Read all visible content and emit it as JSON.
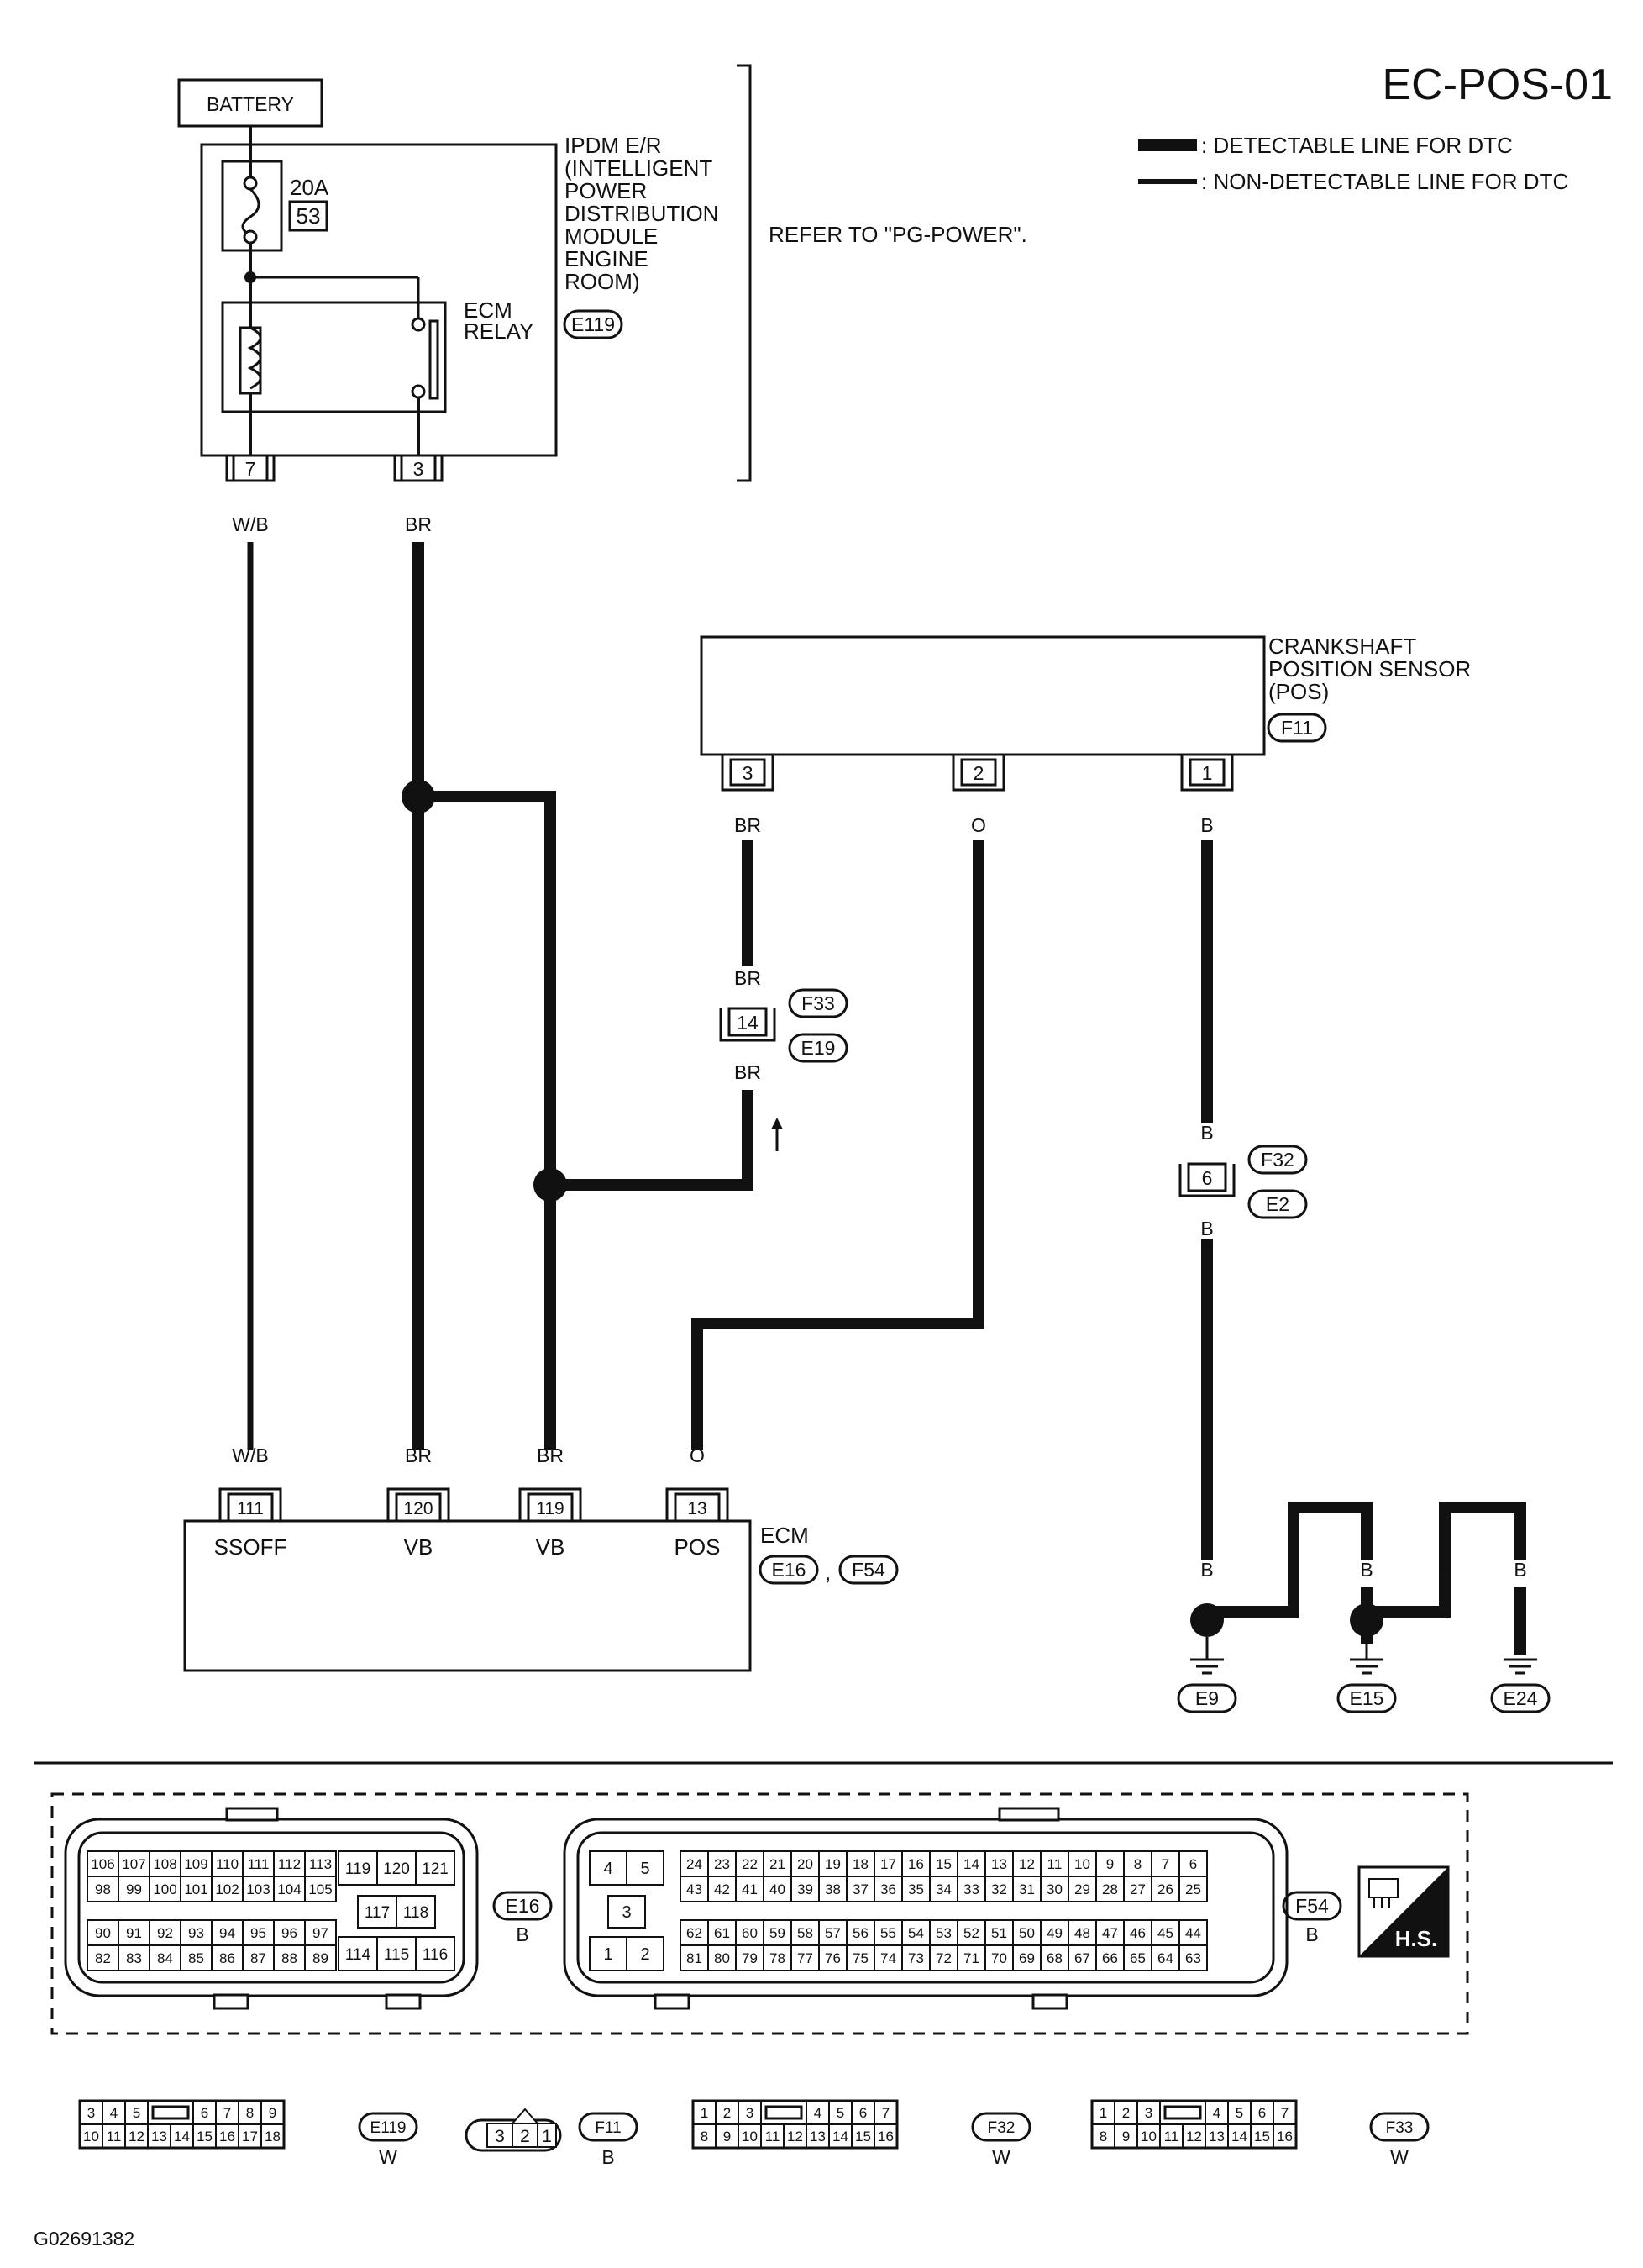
{
  "title": "EC-POS-01",
  "legend": {
    "detectable": ": DETECTABLE LINE FOR DTC",
    "non_detectable": ": NON-DETECTABLE LINE FOR DTC"
  },
  "battery": "BATTERY",
  "fuse": {
    "rating": "20A",
    "number": "53"
  },
  "ipdm": {
    "lines": [
      "IPDM E/R",
      "(INTELLIGENT",
      "POWER",
      "DISTRIBUTION",
      "MODULE",
      "ENGINE",
      "ROOM)"
    ],
    "connector": "E119",
    "pins": [
      "7",
      "3"
    ]
  },
  "ecm_relay": [
    "ECM",
    "RELAY"
  ],
  "refer_note": "REFER TO \"PG-POWER\".",
  "wire_colors": {
    "wb": "W/B",
    "br": "BR",
    "o": "O",
    "b": "B"
  },
  "crankshaft_sensor": {
    "lines": [
      "CRANKSHAFT",
      "POSITION SENSOR",
      "(POS)"
    ],
    "connector": "F11",
    "pins": [
      "3",
      "2",
      "1"
    ]
  },
  "joint_connectors": {
    "j14": {
      "pin": "14",
      "upper": "F33",
      "lower": "E19"
    },
    "j6": {
      "pin": "6",
      "upper": "F32",
      "lower": "E2"
    }
  },
  "ecm": {
    "label": "ECM",
    "connectors": [
      "E16",
      "F54"
    ],
    "separator": ",",
    "pins": [
      "111",
      "120",
      "119",
      "13"
    ],
    "terminal_names": [
      "SSOFF",
      "VB",
      "VB",
      "POS"
    ]
  },
  "grounds": [
    "E9",
    "E15",
    "E24"
  ],
  "connector_views": {
    "e16": {
      "id": "E16",
      "color": "B",
      "rows": [
        [
          "106",
          "107",
          "108",
          "109",
          "110",
          "111",
          "112",
          "113"
        ],
        [
          "98",
          "99",
          "100",
          "101",
          "102",
          "103",
          "104",
          "105"
        ],
        [
          "90",
          "91",
          "92",
          "93",
          "94",
          "95",
          "96",
          "97"
        ],
        [
          "82",
          "83",
          "84",
          "85",
          "86",
          "87",
          "88",
          "89"
        ]
      ],
      "mid": [
        "119",
        "120",
        "121",
        "117",
        "118",
        "114",
        "115",
        "116"
      ]
    },
    "f54": {
      "id": "F54",
      "color": "B",
      "left": [
        "4",
        "5",
        "3",
        "1",
        "2"
      ],
      "rows": [
        [
          "24",
          "23",
          "22",
          "21",
          "20",
          "19",
          "18",
          "17",
          "16",
          "15",
          "14",
          "13",
          "12",
          "11",
          "10",
          "9",
          "8",
          "7",
          "6"
        ],
        [
          "43",
          "42",
          "41",
          "40",
          "39",
          "38",
          "37",
          "36",
          "35",
          "34",
          "33",
          "32",
          "31",
          "30",
          "29",
          "28",
          "27",
          "26",
          "25"
        ],
        [
          "62",
          "61",
          "60",
          "59",
          "58",
          "57",
          "56",
          "55",
          "54",
          "53",
          "52",
          "51",
          "50",
          "49",
          "48",
          "47",
          "46",
          "45",
          "44"
        ],
        [
          "81",
          "80",
          "79",
          "78",
          "77",
          "76",
          "75",
          "74",
          "73",
          "72",
          "71",
          "70",
          "69",
          "68",
          "67",
          "66",
          "65",
          "64",
          "63"
        ]
      ]
    },
    "e119": {
      "id": "E119",
      "color": "W",
      "top": [
        "3",
        "4",
        "5",
        "",
        "6",
        "7",
        "8",
        "9"
      ],
      "bottom": [
        "10",
        "11",
        "12",
        "13",
        "14",
        "15",
        "16",
        "17",
        "18"
      ]
    },
    "f11": {
      "id": "F11",
      "color": "B",
      "pins": [
        "3",
        "2",
        "1"
      ]
    },
    "f32": {
      "id": "F32",
      "color": "W",
      "top": [
        "1",
        "2",
        "3",
        "",
        "4",
        "5",
        "6",
        "7"
      ],
      "bottom": [
        "8",
        "9",
        "10",
        "11",
        "12",
        "13",
        "14",
        "15",
        "16"
      ]
    },
    "f33": {
      "id": "F33",
      "color": "W",
      "top": [
        "1",
        "2",
        "3",
        "",
        "4",
        "5",
        "6",
        "7"
      ],
      "bottom": [
        "8",
        "9",
        "10",
        "11",
        "12",
        "13",
        "14",
        "15",
        "16"
      ]
    }
  },
  "hs_badge": "H.S.",
  "figure_id": "G02691382"
}
